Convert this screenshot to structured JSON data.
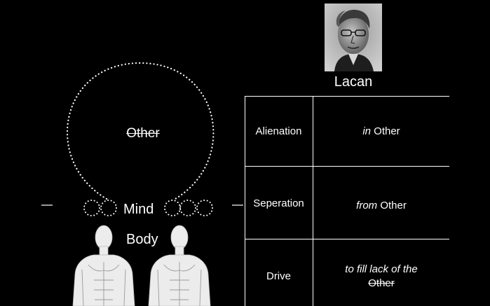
{
  "portrait": {
    "caption": "Lacan"
  },
  "diagram": {
    "other_label": "Other",
    "mind_label": "Mind",
    "body_label": "Body"
  },
  "table": {
    "rows": [
      {
        "term": "Alienation",
        "desc_em": "in",
        "desc_rest": " Other"
      },
      {
        "term": "Seperation",
        "desc_em": "from",
        "desc_rest": " Other"
      },
      {
        "term": "Drive",
        "desc_em": "to fill lack of the",
        "desc_strike": "Other"
      }
    ]
  },
  "colors": {
    "background": "#000000",
    "foreground": "#ffffff"
  }
}
